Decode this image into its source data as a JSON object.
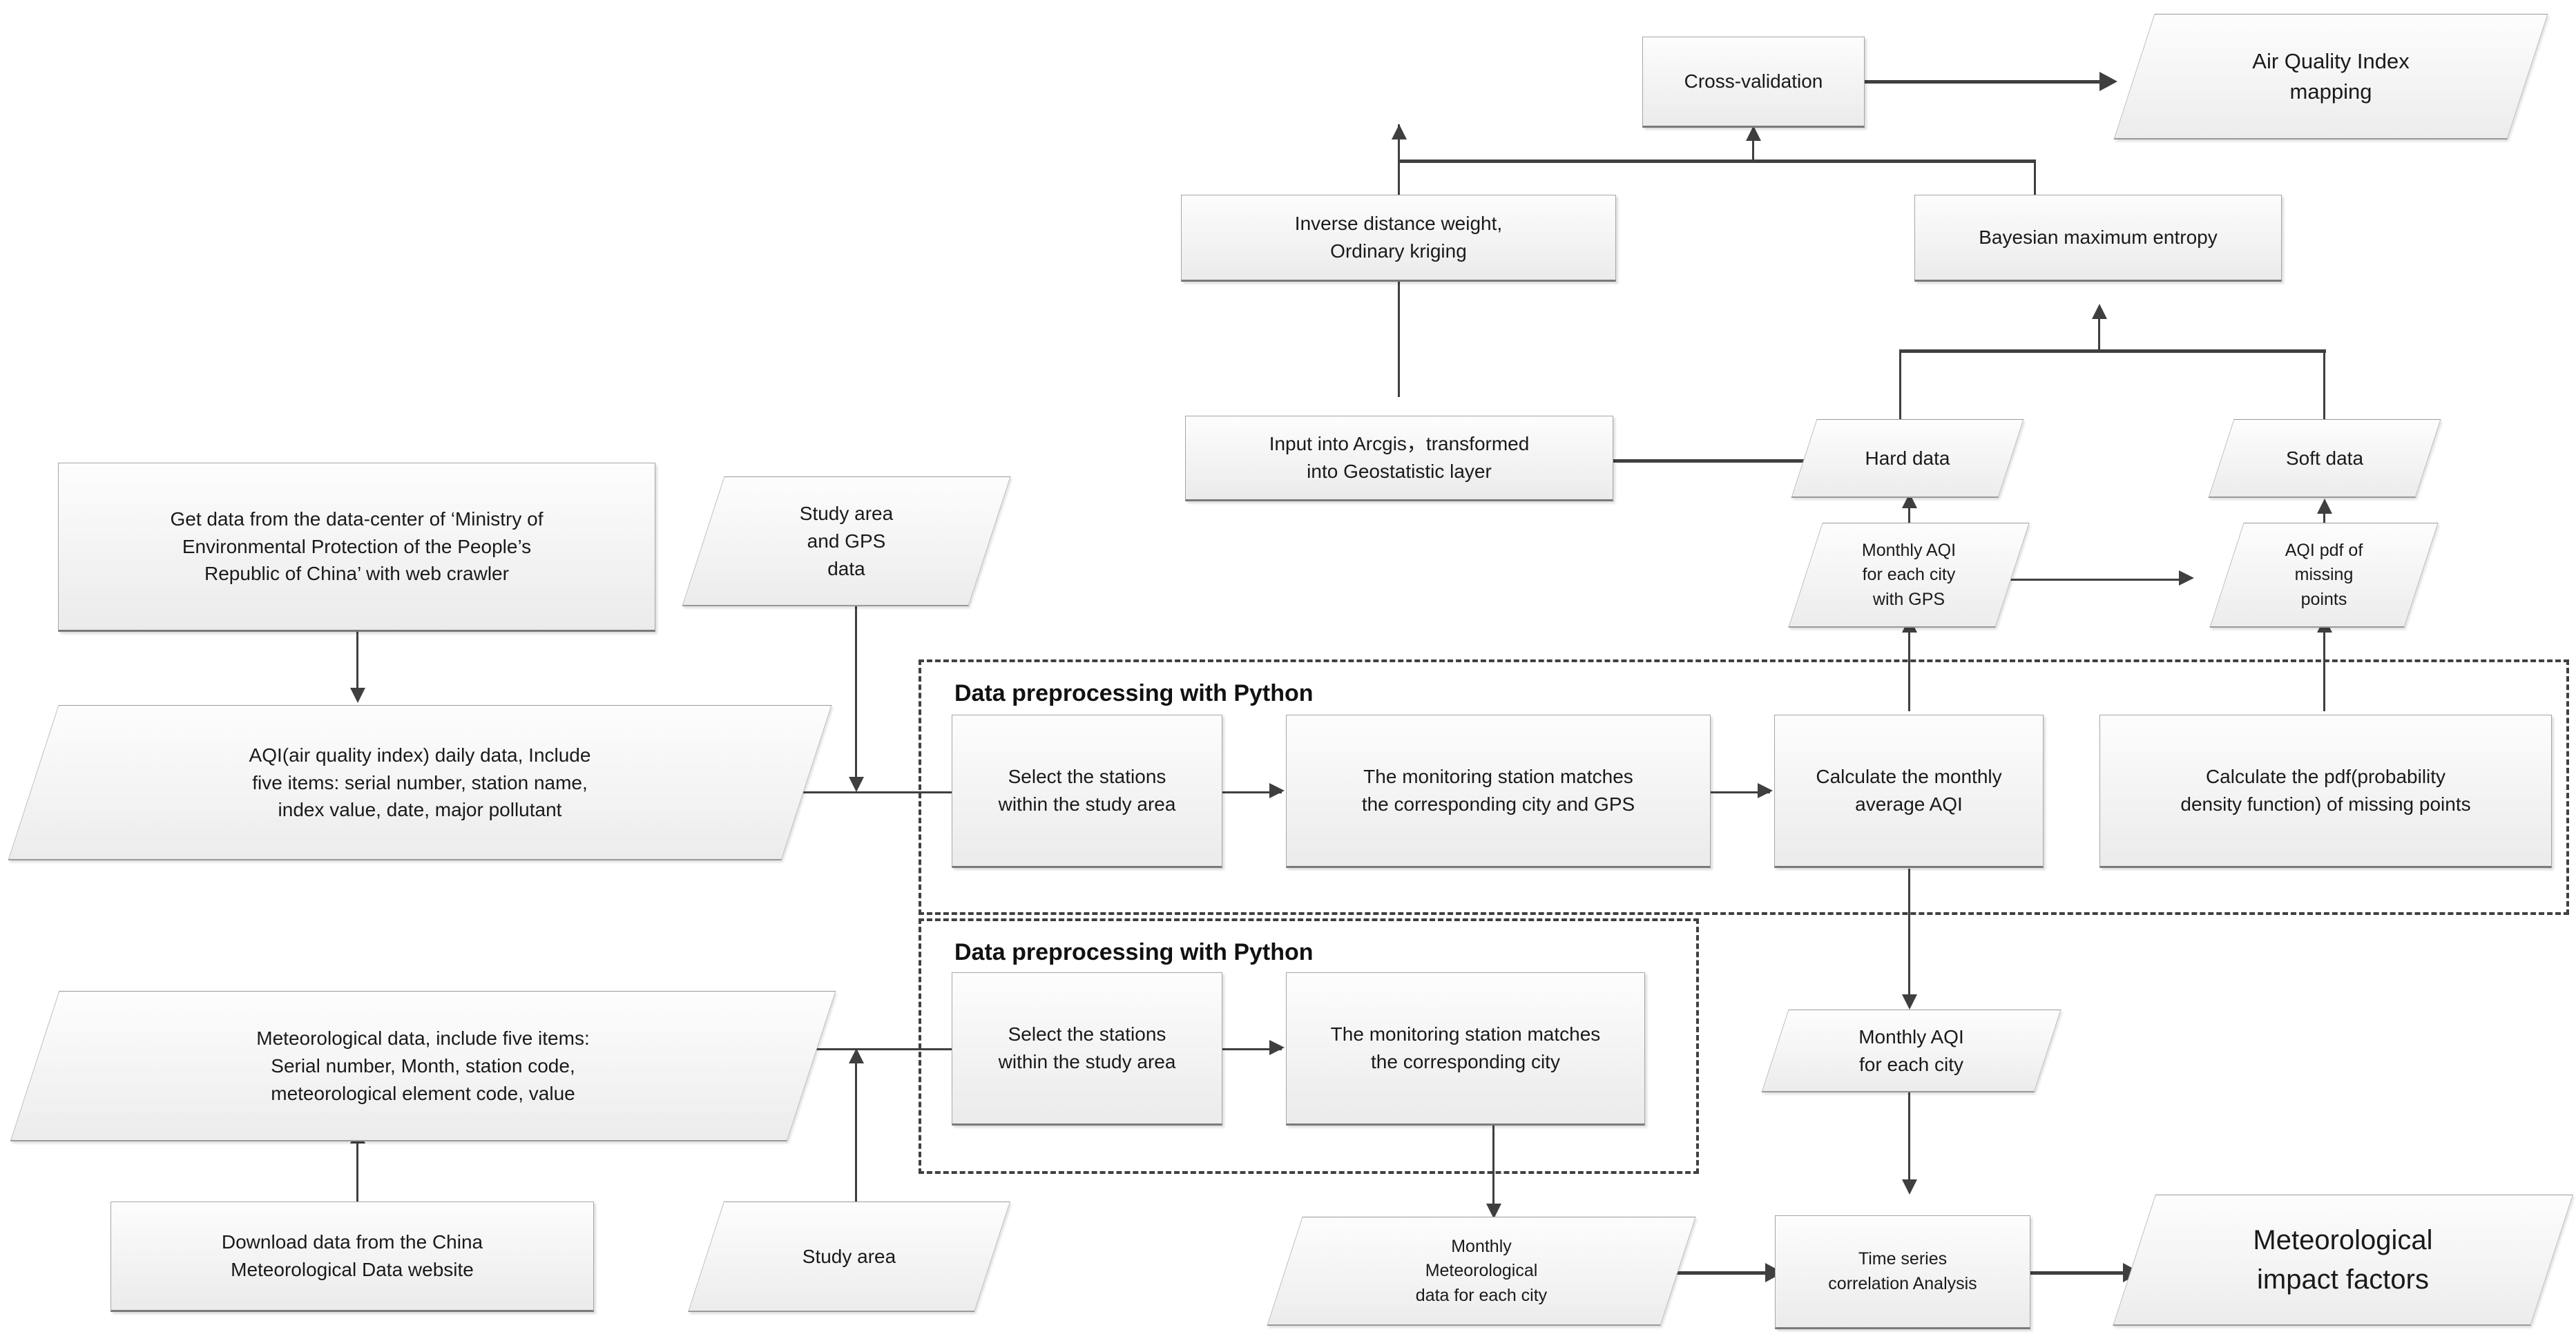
{
  "diagram": {
    "title": "Air Quality Index research workflow flowchart",
    "colors": {
      "node_fill": "#f3f3f3",
      "node_border": "#a6a6a6",
      "connector": "#3f3f3f",
      "group_border": "#404040",
      "background": "#ffffff"
    }
  },
  "groups": [
    {
      "id": "group-aqi",
      "title": "Data preprocessing with Python"
    },
    {
      "id": "group-met",
      "title": "Data preprocessing with Python"
    }
  ],
  "nodes": {
    "cross_validation": "Cross-validation",
    "aqi_mapping": "Air Quality Index\nmapping",
    "idw_kriging": "Inverse distance weight,\nOrdinary kriging",
    "bme": "Bayesian maximum entropy",
    "input_arcgis": "Input into Arcgis，transformed\ninto Geostatistic layer",
    "hard_data": "Hard data",
    "soft_data": "Soft data",
    "monthly_aqi_gps": "Monthly AQI\nfor each city\nwith GPS",
    "aqi_pdf_missing": "AQI pdf of\nmissing\npoints",
    "get_data_crawler": "Get data from the data-center of ‘Ministry of\nEnvironmental Protection of the People’s\nRepublic of China’ with web crawler",
    "study_area_gps": "Study area\nand GPS\ndata",
    "aqi_daily_data": "AQI(air quality index) daily data, Include\nfive items: serial number, station name,\nindex value, date, major pollutant",
    "select_stations_aqi": "Select the stations\nwithin the study area",
    "station_match_city_gps": "The monitoring station matches\nthe corresponding city and GPS",
    "calc_monthly_avg_aqi": "Calculate the monthly\naverage AQI",
    "calc_pdf_missing": "Calculate the pdf(probability\ndensity function) of missing points",
    "met_data": "Meteorological data, include five items:\nSerial number, Month, station code,\nmeteorological element code, value",
    "download_met": "Download data from the China\nMeteorological Data website",
    "select_stations_met": "Select the stations\nwithin the study area",
    "station_match_city": "The monitoring station matches\nthe corresponding city",
    "study_area": "Study area",
    "monthly_aqi_city": "Monthly AQI\nfor each city",
    "monthly_met_city": "Monthly\nMeteorological\ndata for each city",
    "time_series": "Time series\ncorrelation Analysis",
    "met_impact_factors": "Meteorological\nimpact factors"
  }
}
